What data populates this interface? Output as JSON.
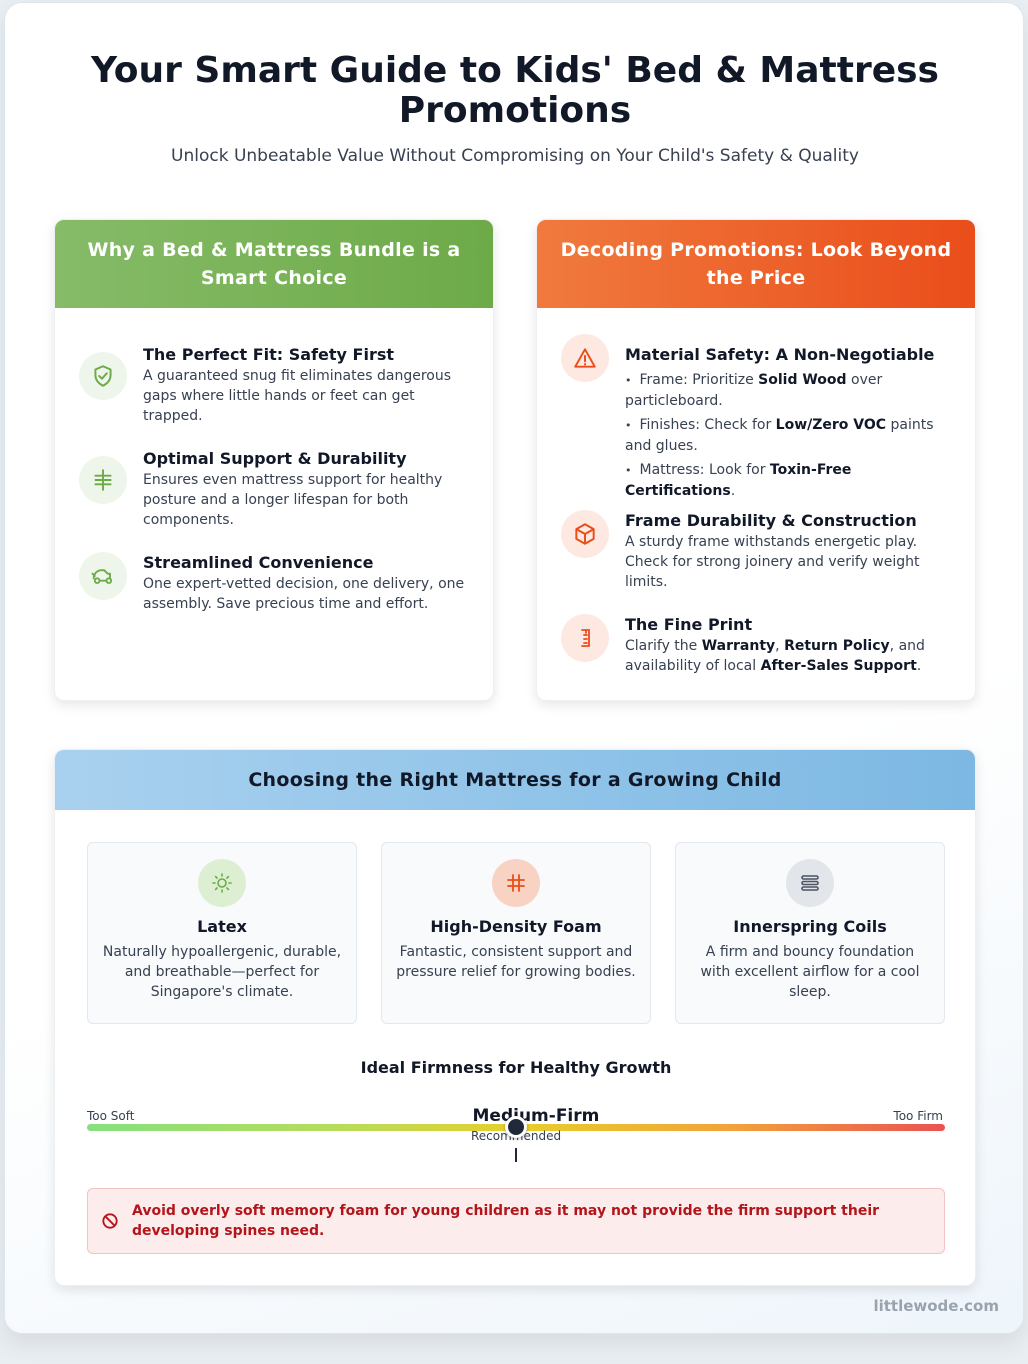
{
  "header": {
    "title": "Your Smart Guide to Kids' Bed & Mattress Promotions",
    "subtitle": "Unlock Unbeatable Value Without Compromising on Your Child's Safety & Quality"
  },
  "bundle_card": {
    "heading": "Why a Bed & Mattress Bundle is a Smart Choice",
    "items": [
      {
        "icon": "shield-check-icon",
        "title": "The Perfect Fit: Safety First",
        "text": "A guaranteed snug fit eliminates dangerous gaps where little hands or feet can get trapped."
      },
      {
        "icon": "support-grid-icon",
        "title": "Optimal Support & Durability",
        "text": "Ensures even mattress support for healthy posture and a longer lifespan for both components."
      },
      {
        "icon": "delivery-icon",
        "title": "Streamlined Convenience",
        "text": "One expert-vetted decision, one delivery, one assembly. Save precious time and effort."
      }
    ]
  },
  "promo_card": {
    "heading": "Decoding Promotions: Look Beyond the Price",
    "material": {
      "icon": "warning-icon",
      "title": "Material Safety: A Non-Negotiable",
      "bullets": [
        {
          "pre": "Frame: Prioritize ",
          "bold": "Solid Wood",
          "post": " over particleboard."
        },
        {
          "pre": "Finishes: Check for ",
          "bold": "Low/Zero VOC",
          "post": " paints and glues."
        },
        {
          "pre": "Mattress: Look for ",
          "bold": "Toxin-Free Certifications",
          "post": "."
        }
      ]
    },
    "frame": {
      "icon": "box-icon",
      "title": "Frame Durability & Construction",
      "text": "A sturdy frame withstands energetic play. Check for strong joinery and verify weight limits."
    },
    "fine_print": {
      "icon": "document-icon",
      "title": "The Fine Print",
      "t1": "Clarify the ",
      "b1": "Warranty",
      "t2": ", ",
      "b2": "Return Policy",
      "t3": ", and availability of local ",
      "b3": "After-Sales Support",
      "t4": "."
    }
  },
  "mattress_section": {
    "heading": "Choosing the Right Mattress for a Growing Child",
    "types": [
      {
        "icon": "sun-icon",
        "title": "Latex",
        "text": "Naturally hypoallergenic, durable, and breathable—perfect for Singapore's climate."
      },
      {
        "icon": "foam-grid-icon",
        "title": "High-Density Foam",
        "text": "Fantastic, consistent support and pressure relief for growing bodies."
      },
      {
        "icon": "coils-icon",
        "title": "Innerspring Coils",
        "text": "A firm and bouncy foundation with excellent airflow for a cool sleep."
      }
    ],
    "firmness": {
      "title": "Ideal Firmness for Healthy Growth",
      "left_label": "Too Soft",
      "right_label": "Too Firm",
      "recommended": "Medium-Firm",
      "recommended_sub": "Recommended",
      "position": 0.5
    },
    "warning": "Avoid overly soft memory foam for young children as it may not provide the firm support their developing spines need."
  },
  "footer": {
    "brand": "littlewode.com"
  },
  "colors": {
    "green": "#6daa48",
    "orange": "#ea4d1a",
    "blue": "#7cb8e3",
    "warning": "#b3151b"
  }
}
